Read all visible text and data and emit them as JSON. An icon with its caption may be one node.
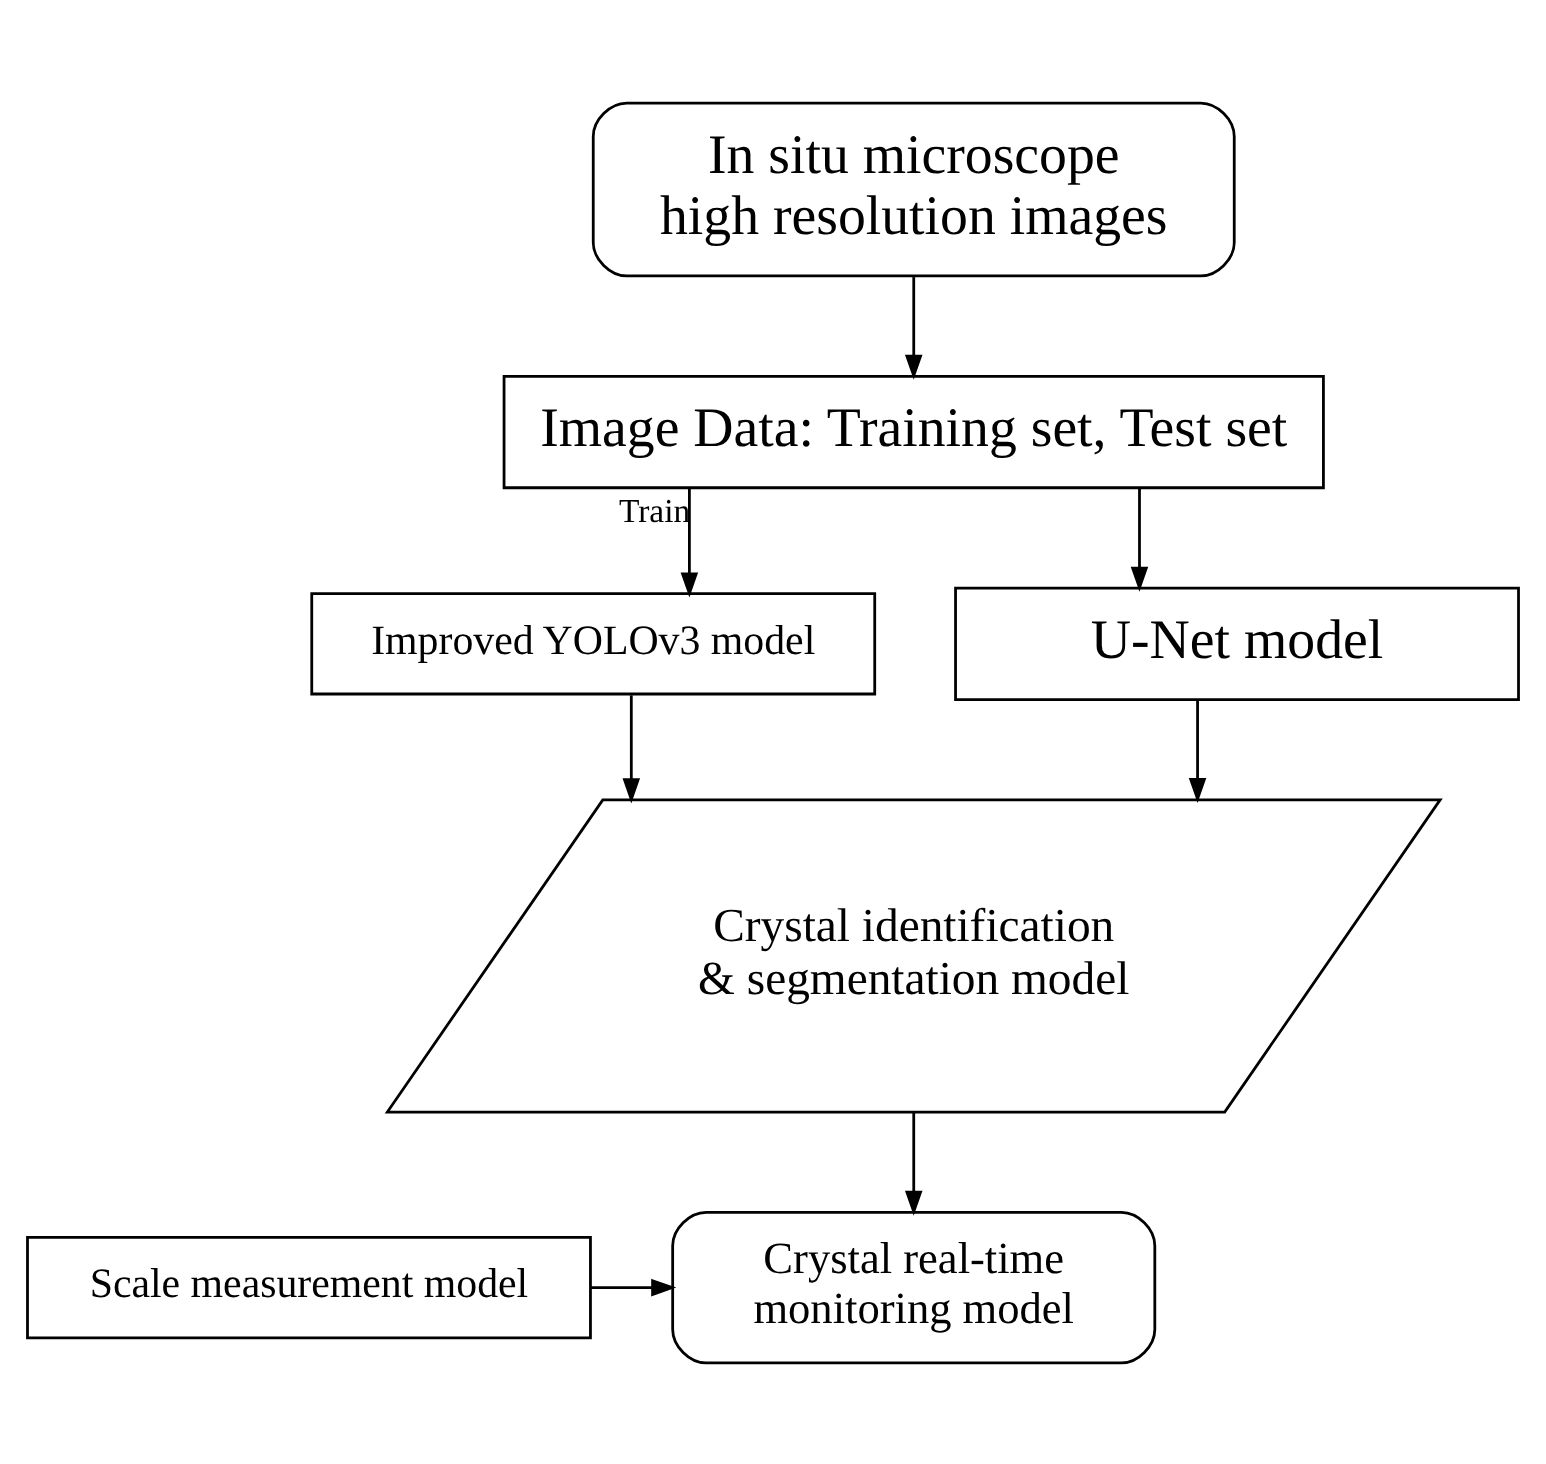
{
  "diagram": {
    "nodes": [
      {
        "text": [
          "In situ microscope high resolution images"
        ]
      },
      {
        "text": [
          "Image Data: Training set, Test set"
        ]
      },
      {
        "text": [
          "Improved YOLOv3 model"
        ]
      },
      {
        "text": [
          "U-Net model"
        ]
      },
      {
        "text": [
          "Crystal identification & segmentation model"
        ]
      },
      {
        "text": [
          "Scale measurement model"
        ]
      },
      {
        "text": [
          "Crystal real-time monitoring model"
        ]
      }
    ],
    "edges": [
      {
        "from": 0,
        "to": 1,
        "arrow": "to"
      },
      {
        "from": 1,
        "to": 2,
        "arrow": "to",
        "label": "Train"
      },
      {
        "from": 1,
        "to": 3,
        "arrow": "to"
      },
      {
        "from": 2,
        "to": 4,
        "arrow": "to"
      },
      {
        "from": 3,
        "to": 4,
        "arrow": "to"
      },
      {
        "from": 4,
        "to": 6,
        "arrow": "to"
      },
      {
        "from": 5,
        "to": 6,
        "arrow": "to"
      }
    ]
  }
}
